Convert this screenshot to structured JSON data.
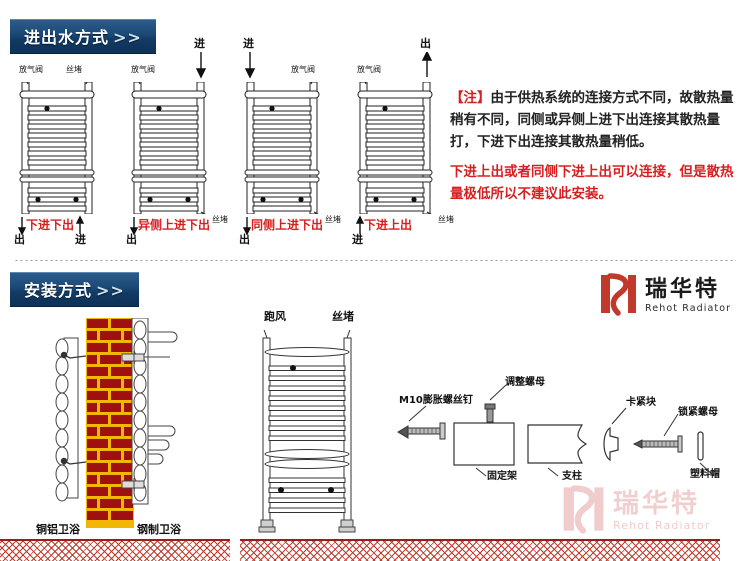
{
  "section1": {
    "badge": "进出水方式",
    "chevron": ">>",
    "diagrams": [
      {
        "top_left_label": "放气阀",
        "top_right_label": "丝堵",
        "top_arrow_label": "",
        "title": "下进下出",
        "bottom_left_label": "出",
        "bottom_right_label": "进"
      },
      {
        "top_left_label": "放气阀",
        "top_right_label": "",
        "top_arrow_label": "进",
        "title": "异侧上进下出",
        "bottom_left_label": "出",
        "bottom_right_label": "",
        "side_label": "丝堵"
      },
      {
        "top_left_label": "",
        "top_right_label": "放气阀",
        "top_arrow_label": "进",
        "title": "同侧上进下出",
        "bottom_left_label": "出",
        "bottom_right_label": "",
        "side_label": "丝堵"
      },
      {
        "top_left_label": "放气阀",
        "top_right_label": "",
        "top_arrow_label": "出",
        "title": "下进上出",
        "bottom_left_label": "进",
        "bottom_right_label": "",
        "side_label": "丝堵"
      }
    ],
    "note": {
      "prefix": "【注】",
      "body": "由于供热系统的连接方式不同，故散热量稍有不同，同侧或异侧上进下出连接其散热量打，下进下出连接其散热量稍低。",
      "warning": "下进上出或者同侧下进上出可以连接，但是散热量极低所以不建议此安装。"
    }
  },
  "section2": {
    "badge": "安装方式",
    "chevron": ">>",
    "wall_diagram": {
      "left_label": "铜铝卫浴",
      "right_label": "钢制卫浴"
    },
    "floor_radiator": {
      "left_label": "跑风",
      "right_label": "丝堵"
    },
    "parts": [
      {
        "name": "M10膨胀螺丝钉",
        "position": "top-left"
      },
      {
        "name": "调整螺母",
        "position": "top"
      },
      {
        "name": "固定架",
        "position": "bottom"
      },
      {
        "name": "支柱",
        "position": "bottom"
      },
      {
        "name": "卡紧块",
        "position": "top"
      },
      {
        "name": "锁紧螺母",
        "position": "top"
      },
      {
        "name": "塑料帽",
        "position": "bottom"
      }
    ]
  },
  "brand": {
    "cn": "瑞华特",
    "en": "Rehot Radiator",
    "color": "#c0392b"
  },
  "colors": {
    "badge_blue": "#1d4b79",
    "accent_red": "#d81f20",
    "brick_red": "#a01010",
    "brand_red": "#c0392b"
  }
}
